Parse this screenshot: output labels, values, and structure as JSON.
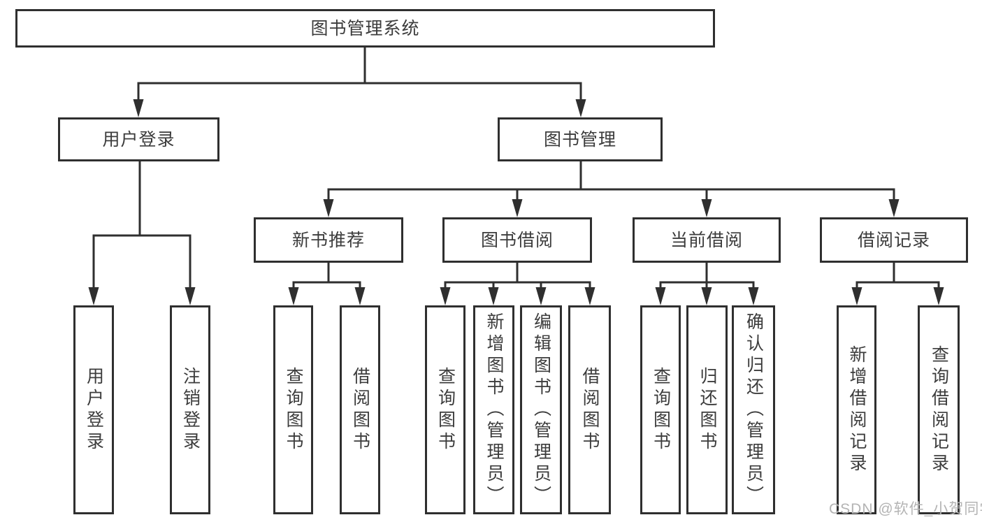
{
  "diagram": {
    "title": "图书管理系统",
    "nodes": [
      {
        "id": "root",
        "label": "图书管理系统",
        "level": 1,
        "parent": null
      },
      {
        "id": "user-login",
        "label": "用户登录",
        "level": 2,
        "parent": "root"
      },
      {
        "id": "book-mgmt",
        "label": "图书管理",
        "level": 2,
        "parent": "root"
      },
      {
        "id": "login-action",
        "label": "用户登录",
        "level": 3,
        "parent": "user-login"
      },
      {
        "id": "logout-action",
        "label": "注销登录",
        "level": 3,
        "parent": "user-login"
      },
      {
        "id": "new-book-rec",
        "label": "新书推荐",
        "level": 3,
        "parent": "book-mgmt"
      },
      {
        "id": "book-borrow",
        "label": "图书借阅",
        "level": 3,
        "parent": "book-mgmt"
      },
      {
        "id": "current-borrow",
        "label": "当前借阅",
        "level": 3,
        "parent": "book-mgmt"
      },
      {
        "id": "borrow-records",
        "label": "借阅记录",
        "level": 3,
        "parent": "book-mgmt"
      },
      {
        "id": "nbr-query-book",
        "label": "查询图书",
        "level": 4,
        "parent": "new-book-rec"
      },
      {
        "id": "nbr-borrow-book",
        "label": "借阅图书",
        "level": 4,
        "parent": "new-book-rec"
      },
      {
        "id": "bb-query-book",
        "label": "查询图书",
        "level": 4,
        "parent": "book-borrow"
      },
      {
        "id": "bb-add-book",
        "label": "新增图书（管理员）",
        "level": 4,
        "parent": "book-borrow"
      },
      {
        "id": "bb-edit-book",
        "label": "编辑图书（管理员）",
        "level": 4,
        "parent": "book-borrow"
      },
      {
        "id": "bb-borrow-book",
        "label": "借阅图书",
        "level": 4,
        "parent": "book-borrow"
      },
      {
        "id": "cb-query-book",
        "label": "查询图书",
        "level": 4,
        "parent": "current-borrow"
      },
      {
        "id": "cb-return-book",
        "label": "归还图书",
        "level": 4,
        "parent": "current-borrow"
      },
      {
        "id": "cb-confirm-return",
        "label": "确认归还（管理员）",
        "level": 4,
        "parent": "current-borrow"
      },
      {
        "id": "br-add-record",
        "label": "新增借阅记录",
        "level": 4,
        "parent": "borrow-records"
      },
      {
        "id": "br-query-record",
        "label": "查询借阅记录",
        "level": 4,
        "parent": "borrow-records"
      }
    ]
  },
  "watermark": {
    "text": "CSDN @软件_小贺同学"
  },
  "colors": {
    "line": "#2f2f2f",
    "text": "#3c3c3c",
    "watermark": "#b4b4b4",
    "background": "#ffffff"
  }
}
